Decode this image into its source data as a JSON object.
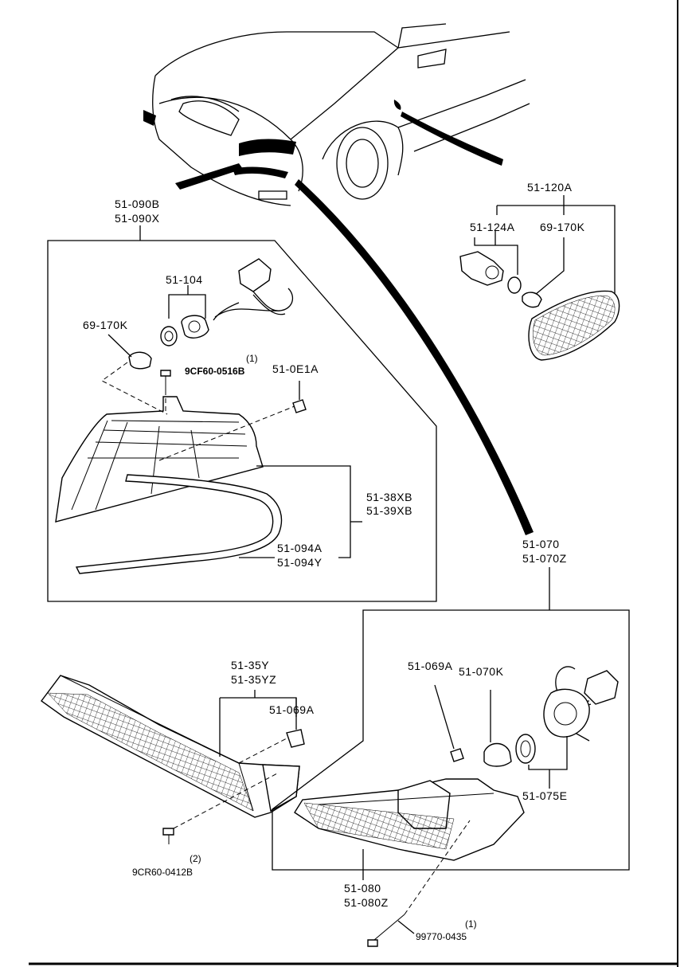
{
  "labels": {
    "front_lamp_assy_a": "51-090B",
    "front_lamp_assy_b": "51-090X",
    "socket_front": "51-104",
    "bulb_front": "69-170K",
    "screw_front_qty": "(1)",
    "screw_front": "9CF60-0516B",
    "clip_front": "51-0E1A",
    "lens_a": "51-38XB",
    "lens_b": "51-39XB",
    "gasket_a": "51-094A",
    "gasket_b": "51-094Y",
    "side_lamp": "51-120A",
    "side_socket": "51-124A",
    "side_bulb": "69-170K",
    "rear_assy_a": "51-070",
    "rear_assy_b": "51-070Z",
    "bumper_lamp_a": "51-35Y",
    "bumper_lamp_b": "51-35YZ",
    "clip_left": "51-069A",
    "clip_right": "51-069A",
    "bulb_rear": "51-070K",
    "socket_rear": "51-075E",
    "screw_left_qty": "(2)",
    "screw_left": "9CR60-0412B",
    "lamp_body_a": "51-080",
    "lamp_body_b": "51-080Z",
    "screw_bottom_qty": "(1)",
    "screw_bottom": "99770-0435"
  }
}
